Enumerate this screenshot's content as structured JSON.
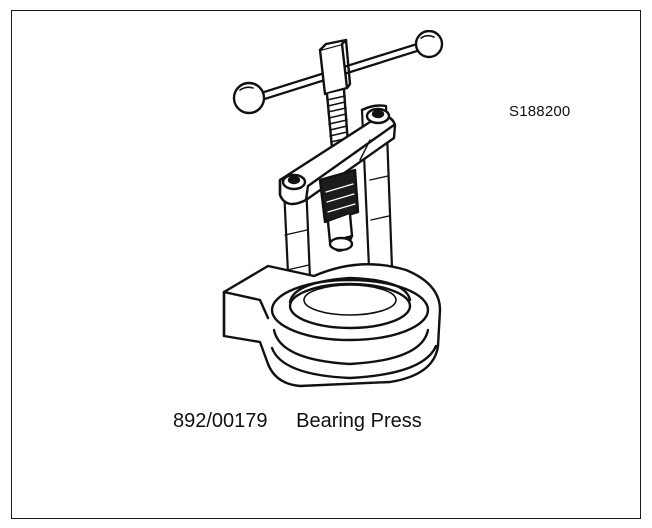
{
  "figure": {
    "reference_code": "S188200",
    "part_number": "892/00179",
    "tool_name": "Bearing Press"
  },
  "icons": {
    "illustration": "bearing-press-illustration"
  }
}
